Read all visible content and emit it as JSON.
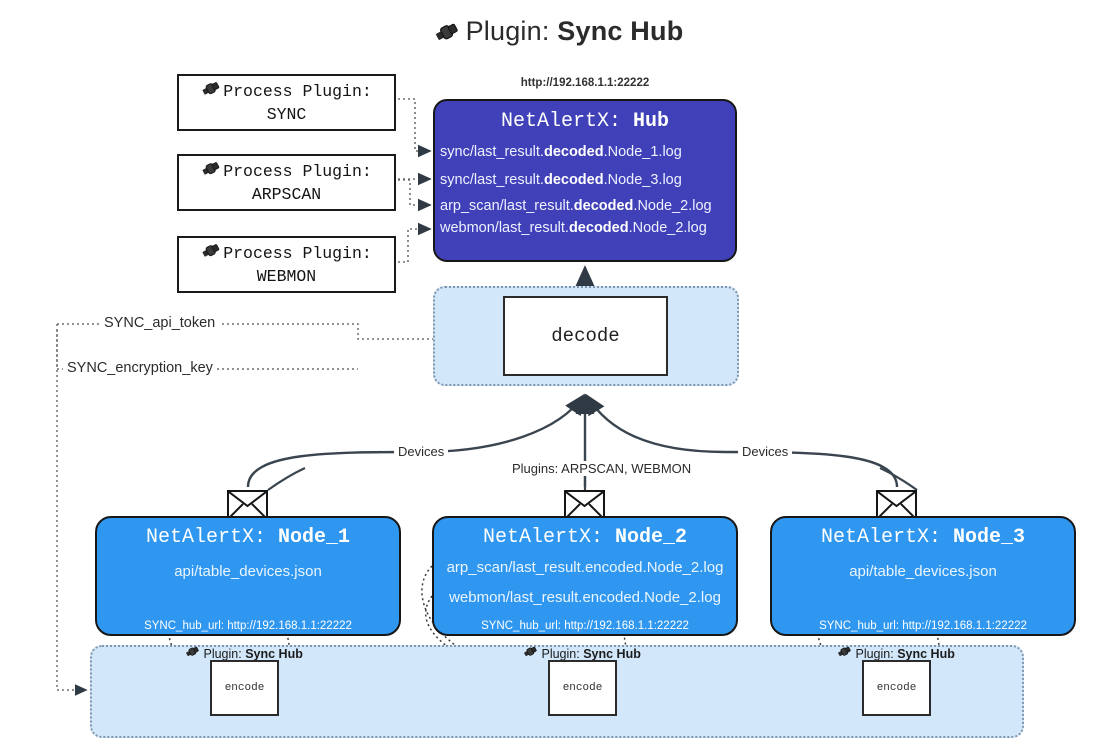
{
  "title": {
    "prefix": "Plugin:",
    "name": "Sync Hub",
    "icon": "plug-icon"
  },
  "process_plugins": [
    {
      "label": "Process Plugin:",
      "name": "SYNC"
    },
    {
      "label": "Process Plugin:",
      "name": "ARPSCAN"
    },
    {
      "label": "Process Plugin:",
      "name": "WEBMON"
    }
  ],
  "hub": {
    "url": "http://192.168.1.1:22222",
    "title_prefix": "NetAlertX:",
    "title_name": "Hub",
    "color": "#4040b8",
    "logs": [
      {
        "pre": "sync/last_result.",
        "mid": "decoded",
        "post": ".Node_1.log"
      },
      {
        "pre": "sync/last_result.",
        "mid": "decoded",
        "post": ".Node_3.log"
      },
      {
        "pre": "arp_scan/last_result.",
        "mid": "decoded",
        "post": ".Node_2.log"
      },
      {
        "pre": "webmon/last_result.",
        "mid": "decoded",
        "post": ".Node_2.log"
      }
    ]
  },
  "decode": {
    "label": "decode",
    "band_color": "#d2e7fa"
  },
  "keys": [
    {
      "label": "SYNC_api_token"
    },
    {
      "label": "SYNC_encryption_key"
    }
  ],
  "edge_labels": {
    "devices_left": "Devices",
    "devices_right": "Devices",
    "plugins_center": "Plugins: ARPSCAN, WEBMON"
  },
  "nodes": [
    {
      "title_prefix": "NetAlertX:",
      "title_name": "Node_1",
      "lines": [
        "api/table_devices.json"
      ],
      "foot": "SYNC_hub_url: http://192.168.1.1:22222",
      "color": "#2f97ef"
    },
    {
      "title_prefix": "NetAlertX:",
      "title_name": "Node_2",
      "lines": [
        "arp_scan/last_result.encoded.Node_2.log",
        "webmon/last_result.encoded.Node_2.log"
      ],
      "foot": "SYNC_hub_url: http://192.168.1.1:22222",
      "color": "#2f97ef"
    },
    {
      "title_prefix": "NetAlertX:",
      "title_name": "Node_3",
      "lines": [
        "api/table_devices.json"
      ],
      "foot": "SYNC_hub_url: http://192.168.1.1:22222",
      "color": "#2f97ef"
    }
  ],
  "encoders": [
    {
      "plugin_prefix": "Plugin:",
      "plugin_name": "Sync Hub",
      "label": "encode"
    },
    {
      "plugin_prefix": "Plugin:",
      "plugin_name": "Sync Hub",
      "label": "encode"
    },
    {
      "plugin_prefix": "Plugin:",
      "plugin_name": "Sync Hub",
      "label": "encode"
    }
  ]
}
